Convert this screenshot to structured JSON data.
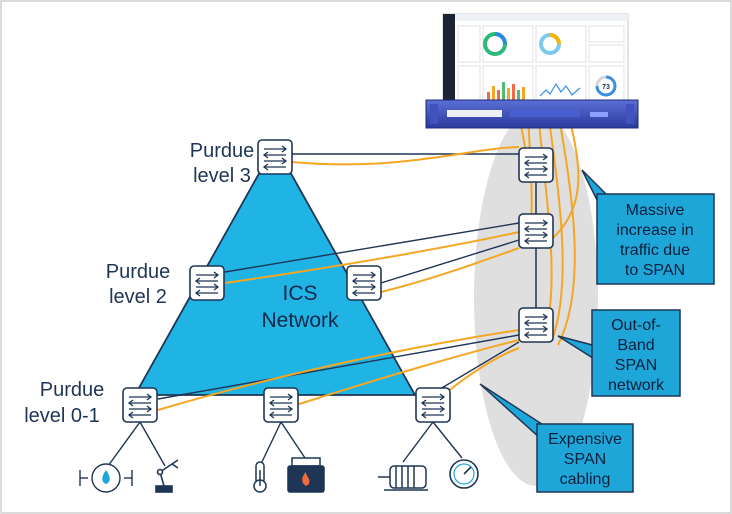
{
  "levels": {
    "level3": [
      "Purdue",
      "level 3"
    ],
    "level2": [
      "Purdue",
      "level 2"
    ],
    "level01": [
      "Purdue",
      "level 0-1"
    ]
  },
  "network": [
    "ICS",
    "Network"
  ],
  "callouts": {
    "massive": [
      "Massive",
      "increase in",
      "traffic due",
      "to SPAN"
    ],
    "oob": [
      "Out-of-",
      "Band",
      "SPAN",
      "network"
    ],
    "cabling": [
      "Expensive",
      "SPAN",
      "cabling"
    ]
  },
  "dashboard": {
    "gauge_value": "73"
  },
  "colors": {
    "triangle": "#1fb4e4",
    "span_cable": "#f5a623",
    "callout": "#1fa6d9",
    "link": "#1f3556",
    "oob_zone": "#d9d9d9"
  },
  "devices": [
    "water-meter-icon",
    "robot-arm-icon",
    "thermometer-icon",
    "boiler-icon",
    "motor-icon",
    "pressure-gauge-icon"
  ]
}
